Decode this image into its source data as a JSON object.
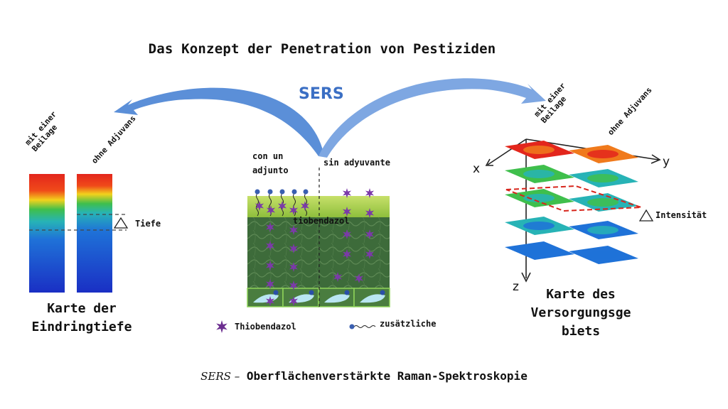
{
  "title": "Das Konzept der Penetration von Pestiziden",
  "center_label": "SERS",
  "left": {
    "label_with": "mit einer\nBeilage",
    "label_without": "ohne Adjuvans",
    "depth_label": "Tiefe",
    "caption": "Karte der\nEindringtiefe"
  },
  "middle": {
    "label_with": "con un\nadjunto",
    "label_without": "sin adyuvante",
    "layer_label": "tiobendazol",
    "legend_molecule": "Thiobendazol",
    "legend_adjuvant": "zusätzliche"
  },
  "right": {
    "label_with": "mit einer\nBeilage",
    "label_without": "ohne Adjuvans",
    "axis_x": "x",
    "axis_y": "y",
    "axis_z": "z",
    "intensity_label": "Intensität",
    "caption": "Karte des\nVersorgungsge\nbiets"
  },
  "footer": {
    "abbr": "SERS –",
    "text": "Oberflächenverstärkte Raman-Spektroskopie"
  },
  "colors": {
    "arrow": "#5b8fd8",
    "high": "#e3261c",
    "mid": "#3fbf4c",
    "low": "#1a2fc4",
    "leaf_top": "#a8cf52",
    "leaf_body": "#3d6b3a",
    "molecule": "#6b2d8f",
    "adjuvant": "#3a5fb0"
  }
}
